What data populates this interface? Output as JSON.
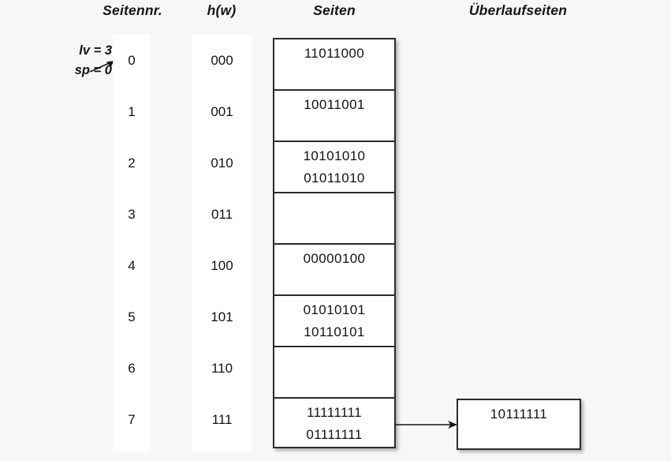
{
  "diagram": {
    "title_columns": {
      "seitennr": "Seitennr.",
      "hw": "h(w)",
      "seiten": "Seiten",
      "ueberlaufseiten": "Überlaufseiten"
    },
    "parameters": {
      "lv": "lv = 3",
      "sp": "sp = 0",
      "pointer_icon": "arrow-right-icon"
    },
    "rows": [
      {
        "index": "0",
        "hash": "000",
        "records": [
          "11011000"
        ]
      },
      {
        "index": "1",
        "hash": "001",
        "records": [
          "10011001"
        ]
      },
      {
        "index": "2",
        "hash": "010",
        "records": [
          "10101010",
          "01011010"
        ]
      },
      {
        "index": "3",
        "hash": "011",
        "records": []
      },
      {
        "index": "4",
        "hash": "100",
        "records": [
          "00000100"
        ]
      },
      {
        "index": "5",
        "hash": "101",
        "records": [
          "01010101",
          "10110101"
        ]
      },
      {
        "index": "6",
        "hash": "110",
        "records": []
      },
      {
        "index": "7",
        "hash": "111",
        "records": [
          "11111111",
          "01111111"
        ]
      }
    ],
    "overflow": {
      "from_row_index": "7",
      "records": [
        "10111111"
      ],
      "connector_icon": "arrow-right-icon"
    },
    "colors": {
      "background": "#f7f7f7",
      "box_fill": "#ffffff",
      "box_border": "#2b2b2b",
      "text": "#121212"
    }
  }
}
